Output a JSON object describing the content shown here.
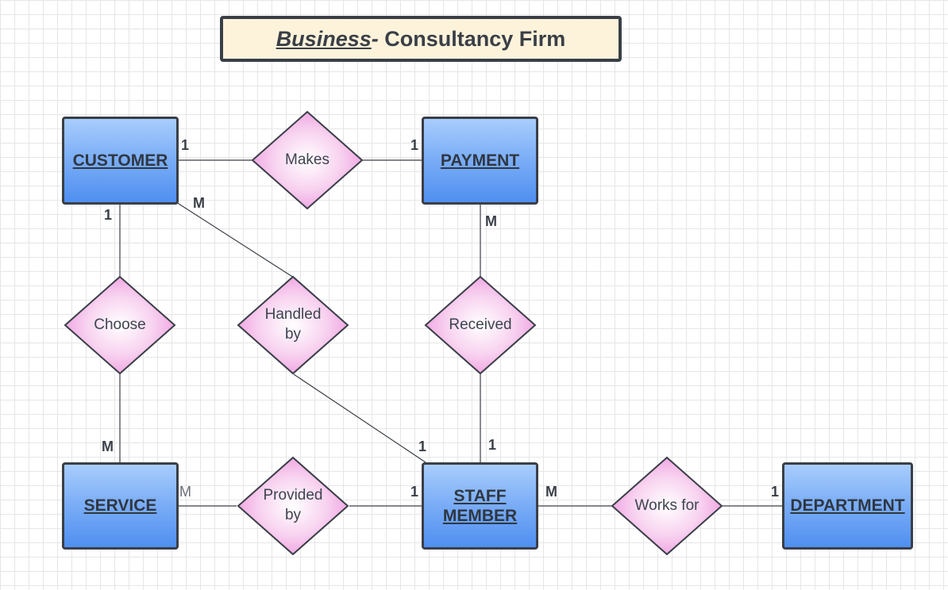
{
  "title": {
    "emphasis": "Business",
    "dash": "-",
    "rest": " Consultancy Firm"
  },
  "entities": {
    "customer": "CUSTOMER",
    "payment": "PAYMENT",
    "service": "SERVICE",
    "staff_line1": "STAFF",
    "staff_line2": "MEMBER",
    "department": "DEPARTMENT"
  },
  "relationships": {
    "makes": "Makes",
    "choose": "Choose",
    "handled_by": "Handled\nby",
    "received": "Received",
    "provided_by": "Provided\nby",
    "works_for": "Works for"
  },
  "cardinalities": {
    "customer_makes": "1",
    "payment_makes": "1",
    "customer_choose": "1",
    "customer_handled": "M",
    "payment_received": "M",
    "service_choose": "M",
    "staff_handled": "1",
    "staff_received": "1",
    "service_provided": "M",
    "staff_provided": "1",
    "staff_works": "M",
    "department_works": "1"
  },
  "colors": {
    "entity_top": "#a8cdfc",
    "entity_bottom": "#4f8ff0",
    "diamond_center": "#ffffff",
    "diamond_edge": "#ee9ee0",
    "title_bg": "#fdf3db",
    "stroke": "#3a3f47"
  }
}
